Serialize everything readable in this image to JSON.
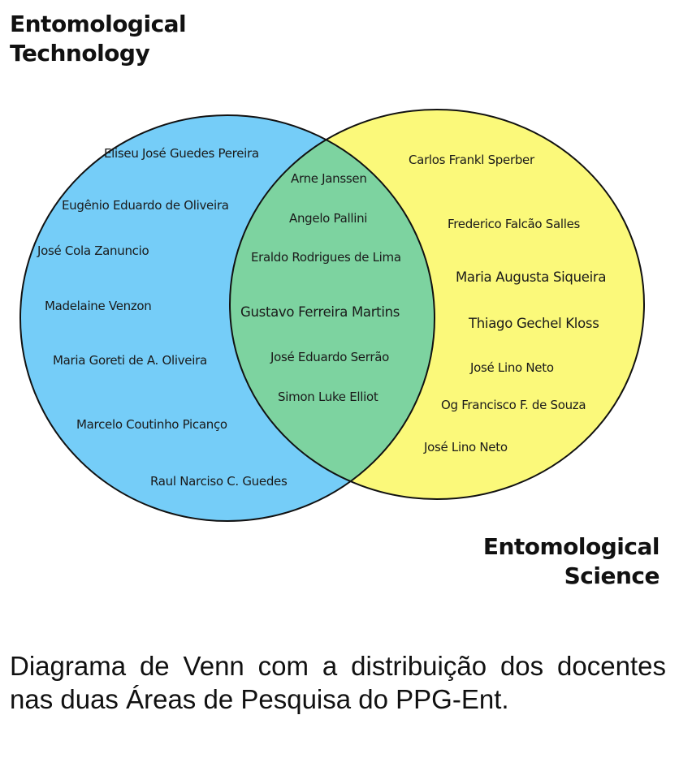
{
  "sets": {
    "left": {
      "label_line1": "Entomological",
      "label_line2": "Technology",
      "color": "#75cdf8"
    },
    "right": {
      "label_line1": "Entomological",
      "label_line2": "Science",
      "color": "#fbf97a"
    },
    "overlap_color": "#7dd3a0",
    "outline_color": "#111111"
  },
  "left_only": [
    "Eliseu José Guedes Pereira",
    "Eugênio Eduardo de Oliveira",
    "José Cola Zanuncio",
    "Madelaine Venzon",
    "Maria Goreti de A. Oliveira",
    "Marcelo Coutinho Picanço",
    "Raul Narciso C. Guedes"
  ],
  "intersection": [
    "Arne Janssen",
    "Angelo Pallini",
    "Eraldo Rodrigues de Lima",
    "Gustavo Ferreira Martins",
    "José Eduardo Serrão",
    "Simon Luke Elliot"
  ],
  "right_only": [
    "Carlos Frankl Sperber",
    "Frederico Falcão Salles",
    "Maria Augusta Siqueira",
    "Thiago Gechel Kloss",
    "José Lino Neto",
    "Og Francisco F. de Souza",
    "José Lino Neto"
  ],
  "caption": "Diagrama de Venn com a distribuição dos docentes nas duas Áreas de Pesquisa do PPG-Ent."
}
